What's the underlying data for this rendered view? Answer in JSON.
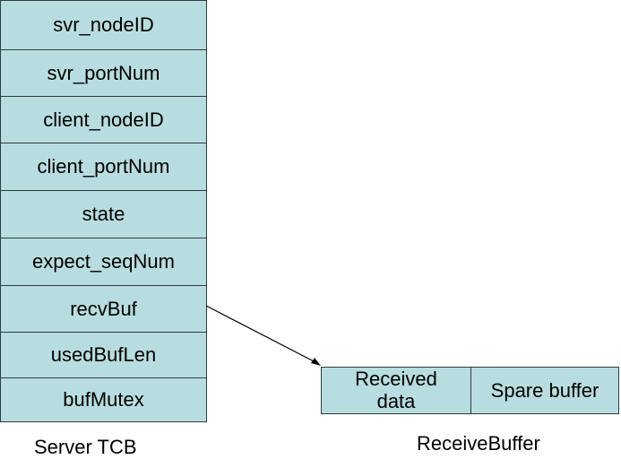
{
  "server_tcb": {
    "fields": [
      "svr_nodeID",
      "svr_portNum",
      "client_nodeID",
      "client_portNum",
      "state",
      "expect_seqNum",
      "recvBuf",
      "usedBufLen",
      "bufMutex"
    ],
    "caption": "Server TCB"
  },
  "receive_buffer": {
    "received_line1": "Received",
    "received_line2": "data",
    "spare": "Spare buffer",
    "caption": "ReceiveBuffer"
  },
  "colors": {
    "box_fill": "#b8dde0",
    "border": "#2e3b3b",
    "arrow": "#000000"
  }
}
